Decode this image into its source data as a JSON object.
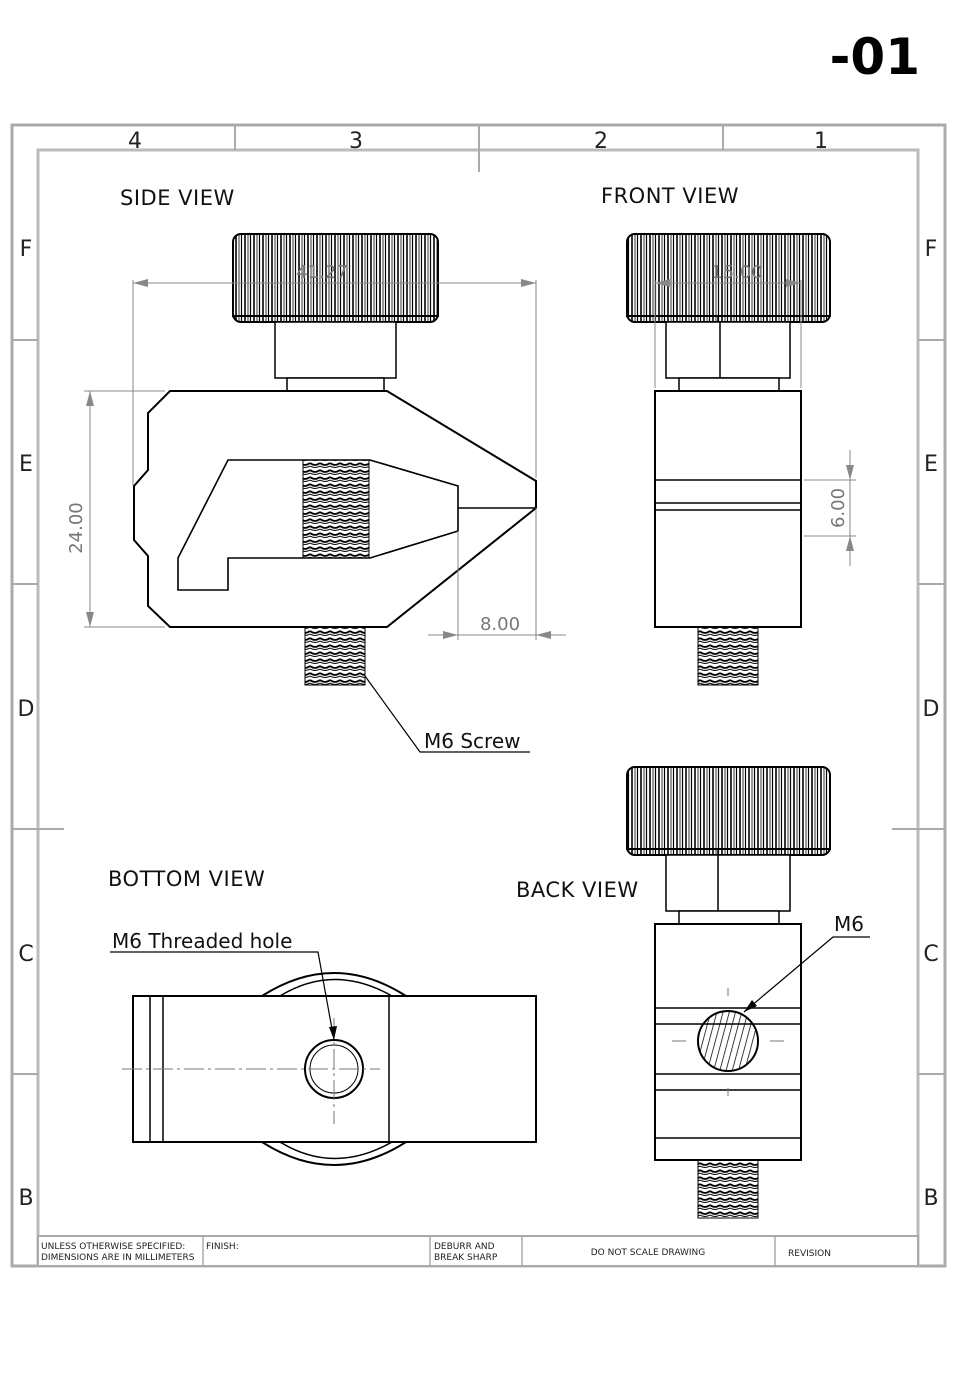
{
  "sheet_id": "-01",
  "zones": {
    "columns": [
      "4",
      "3",
      "2",
      "1"
    ],
    "rows": [
      "F",
      "E",
      "D",
      "C",
      "B"
    ]
  },
  "views": {
    "side": "SIDE VIEW",
    "front": "FRONT VIEW",
    "bottom": "BOTTOM VIEW",
    "back": "BACK VIEW"
  },
  "dimensions": {
    "side_width": "41.27",
    "side_height": "24.00",
    "side_offset": "8.00",
    "front_width": "15.00",
    "front_height": "6.00"
  },
  "callouts": {
    "screw": "M6 Screw",
    "threaded_hole": "M6 Threaded hole",
    "back_thread": "M6"
  },
  "title_block": {
    "spec_line1": "UNLESS OTHERWISE SPECIFIED:",
    "spec_line2": "DIMENSIONS ARE IN MILLIMETERS",
    "finish": "FINISH:",
    "deburr_line1": "DEBURR AND",
    "deburr_line2": "BREAK SHARP",
    "no_scale": "DO NOT SCALE DRAWING",
    "revision": "REVISION"
  }
}
